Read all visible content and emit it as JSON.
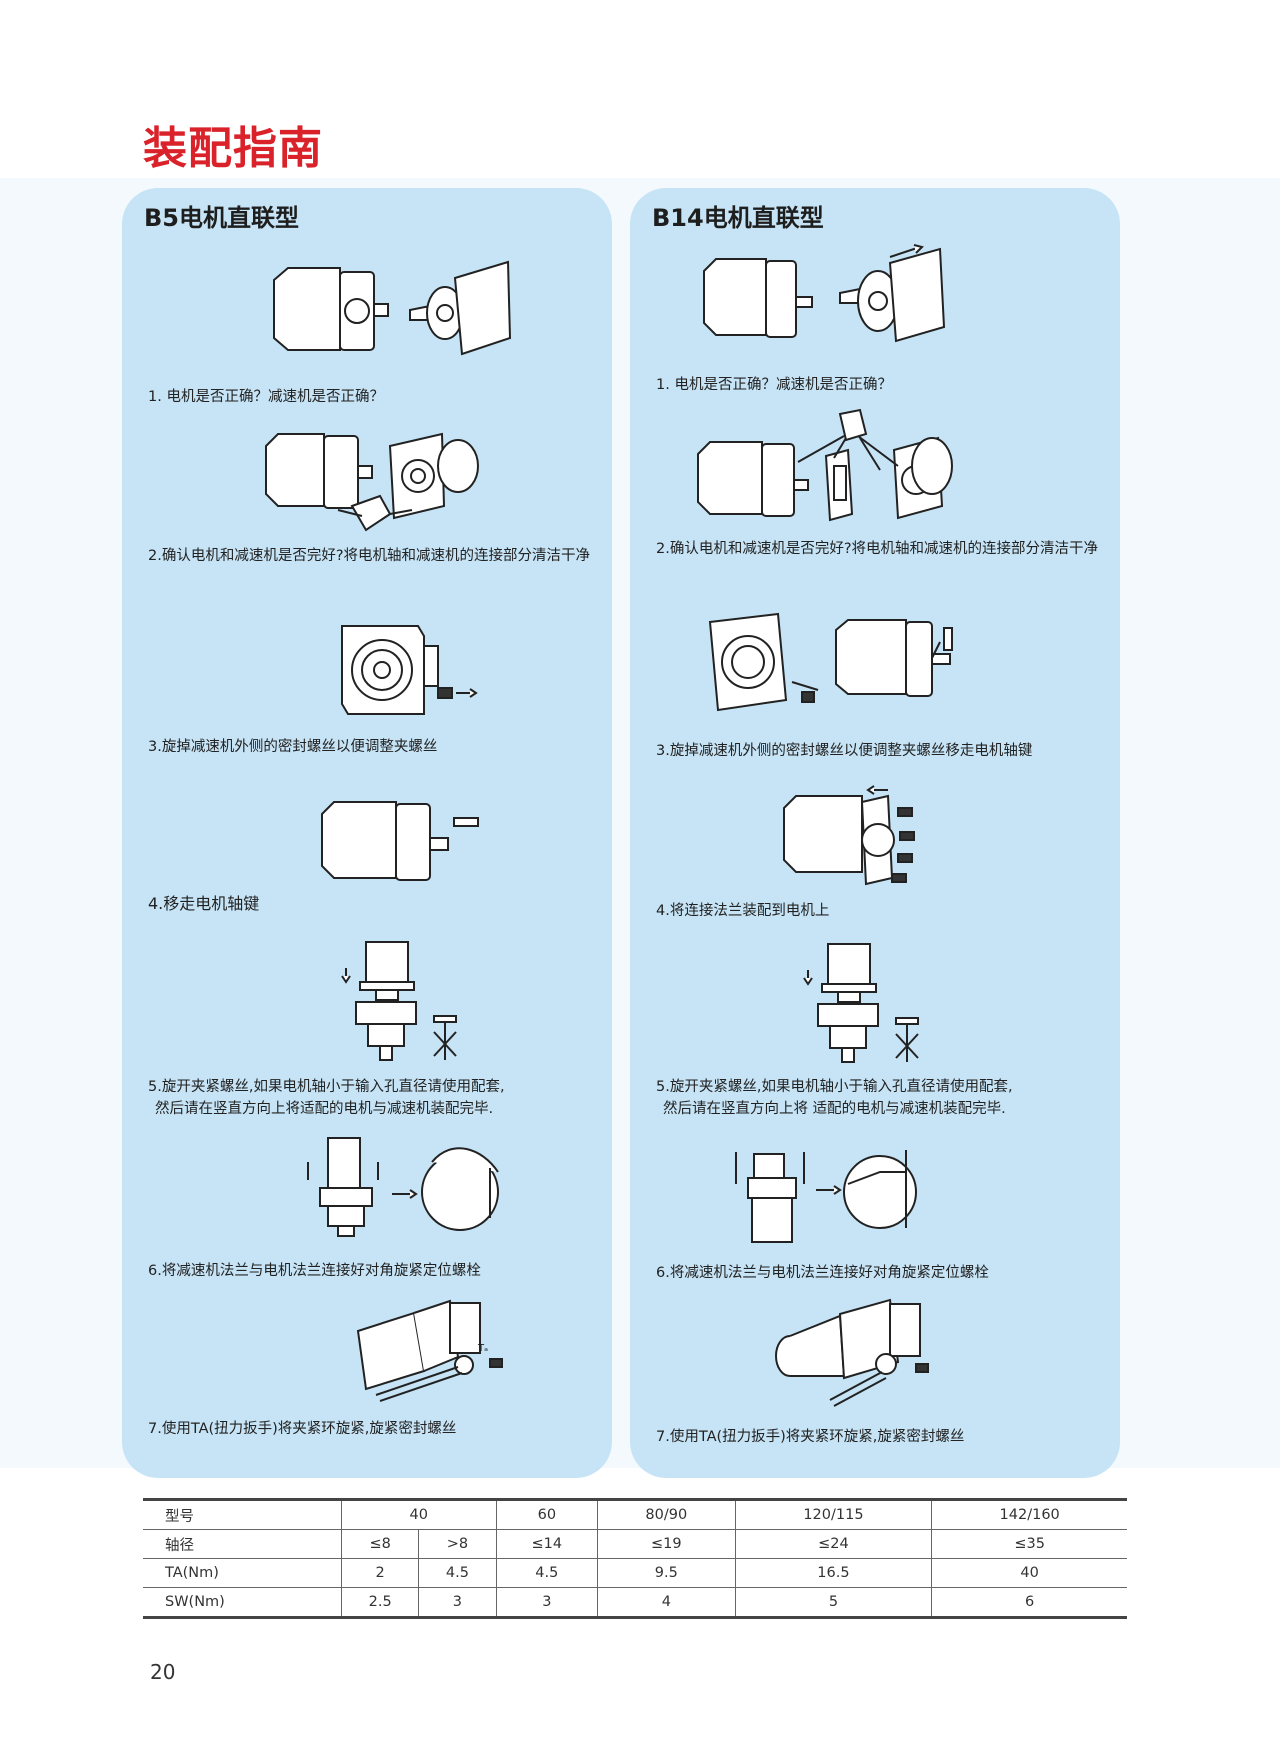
{
  "page_title": "装配指南",
  "page_number": "20",
  "sections": [
    {
      "title": "B5电机直联型",
      "steps": [
        {
          "text": "1. 电机是否正确？减速机是否正确？",
          "icon": "motor-and-gearbox-illustration"
        },
        {
          "text": "2.确认电机和减速机是否完好?将电机轴和减速机的连接部分清洁干净",
          "icon": "cleaning-illustration"
        },
        {
          "text": "3.旋掉减速机外侧的密封螺丝以便调整夹螺丝",
          "icon": "remove-seal-screw-illustration"
        },
        {
          "text": "4.移走电机轴键",
          "icon": "remove-shaft-key-illustration"
        },
        {
          "text": "5.旋开夹紧螺丝,如果电机轴小于输入孔直径请使用配套,",
          "text2": "然后请在竖直方向上将适配的电机与减速机装配完毕.",
          "icon": "vertical-assembly-illustration"
        },
        {
          "text": "6.将减速机法兰与电机法兰连接好对角旋紧定位螺栓",
          "icon": "diagonal-bolts-illustration"
        },
        {
          "text": "7.使用TA(扭力扳手)将夹紧环旋紧,旋紧密封螺丝",
          "icon": "torque-wrench-illustration"
        }
      ]
    },
    {
      "title": "B14电机直联型",
      "steps": [
        {
          "text": "1. 电机是否正确？减速机是否正确？",
          "icon": "motor-and-gearbox-illustration"
        },
        {
          "text": "2.确认电机和减速机是否完好?将电机轴和减速机的连接部分清洁干净",
          "icon": "cleaning-illustration"
        },
        {
          "text": "3.旋掉减速机外侧的密封螺丝以便调整夹螺丝移走电机轴键",
          "icon": "remove-seal-screw-illustration"
        },
        {
          "text": "4.将连接法兰装配到电机上",
          "icon": "mount-flange-illustration"
        },
        {
          "text": "5.旋开夹紧螺丝,如果电机轴小于输入孔直径请使用配套,",
          "text2": "然后请在竖直方向上将 适配的电机与减速机装配完毕.",
          "icon": "vertical-assembly-illustration"
        },
        {
          "text": "6.将减速机法兰与电机法兰连接好对角旋紧定位螺栓",
          "icon": "diagonal-bolts-illustration"
        },
        {
          "text": "7.使用TA(扭力扳手)将夹紧环旋紧,旋紧密封螺丝",
          "icon": "torque-wrench-illustration"
        }
      ]
    }
  ],
  "table": {
    "header": [
      "型号",
      "40",
      "60",
      "80/90",
      "120/115",
      "142/160"
    ],
    "rows": [
      {
        "label": "轴径",
        "cells": [
          "≤8",
          ">8",
          "≤14",
          "≤19",
          "≤24",
          "≤35"
        ]
      },
      {
        "label": "TA(Nm)",
        "cells": [
          "2",
          "4.5",
          "4.5",
          "9.5",
          "16.5",
          "40"
        ]
      },
      {
        "label": "SW(Nm)",
        "cells": [
          "2.5",
          "3",
          "3",
          "4",
          "5",
          "6"
        ]
      }
    ]
  }
}
